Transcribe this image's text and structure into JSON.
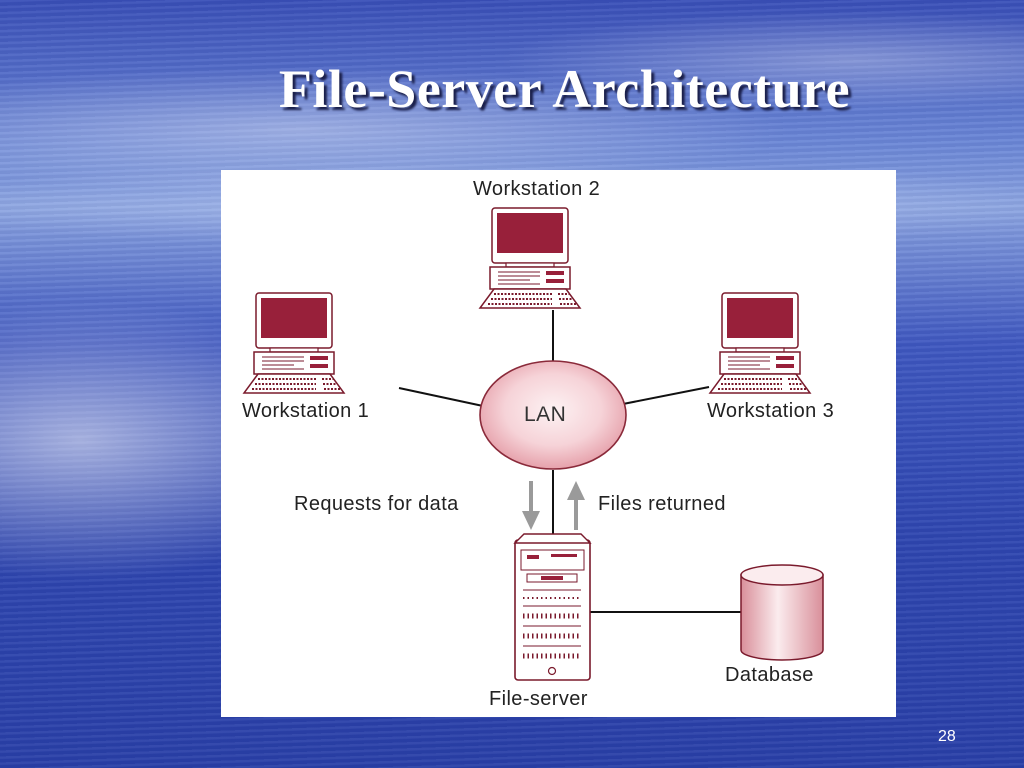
{
  "slide": {
    "title": "File-Server Architecture",
    "page_number": "28"
  },
  "diagram": {
    "nodes": {
      "workstation_1": "Workstation 1",
      "workstation_2": "Workstation 2",
      "workstation_3": "Workstation 3",
      "lan": "LAN",
      "file_server": "File-server",
      "database": "Database"
    },
    "flows": {
      "request": "Requests for data",
      "response": "Files returned"
    },
    "colors": {
      "screen": "#98203a",
      "outline": "#7a1a2c",
      "lan_fill_center": "#fbe8ea",
      "lan_fill_edge": "#e9a9b3",
      "arrow": "#9a9a9a",
      "line": "#111111"
    }
  }
}
